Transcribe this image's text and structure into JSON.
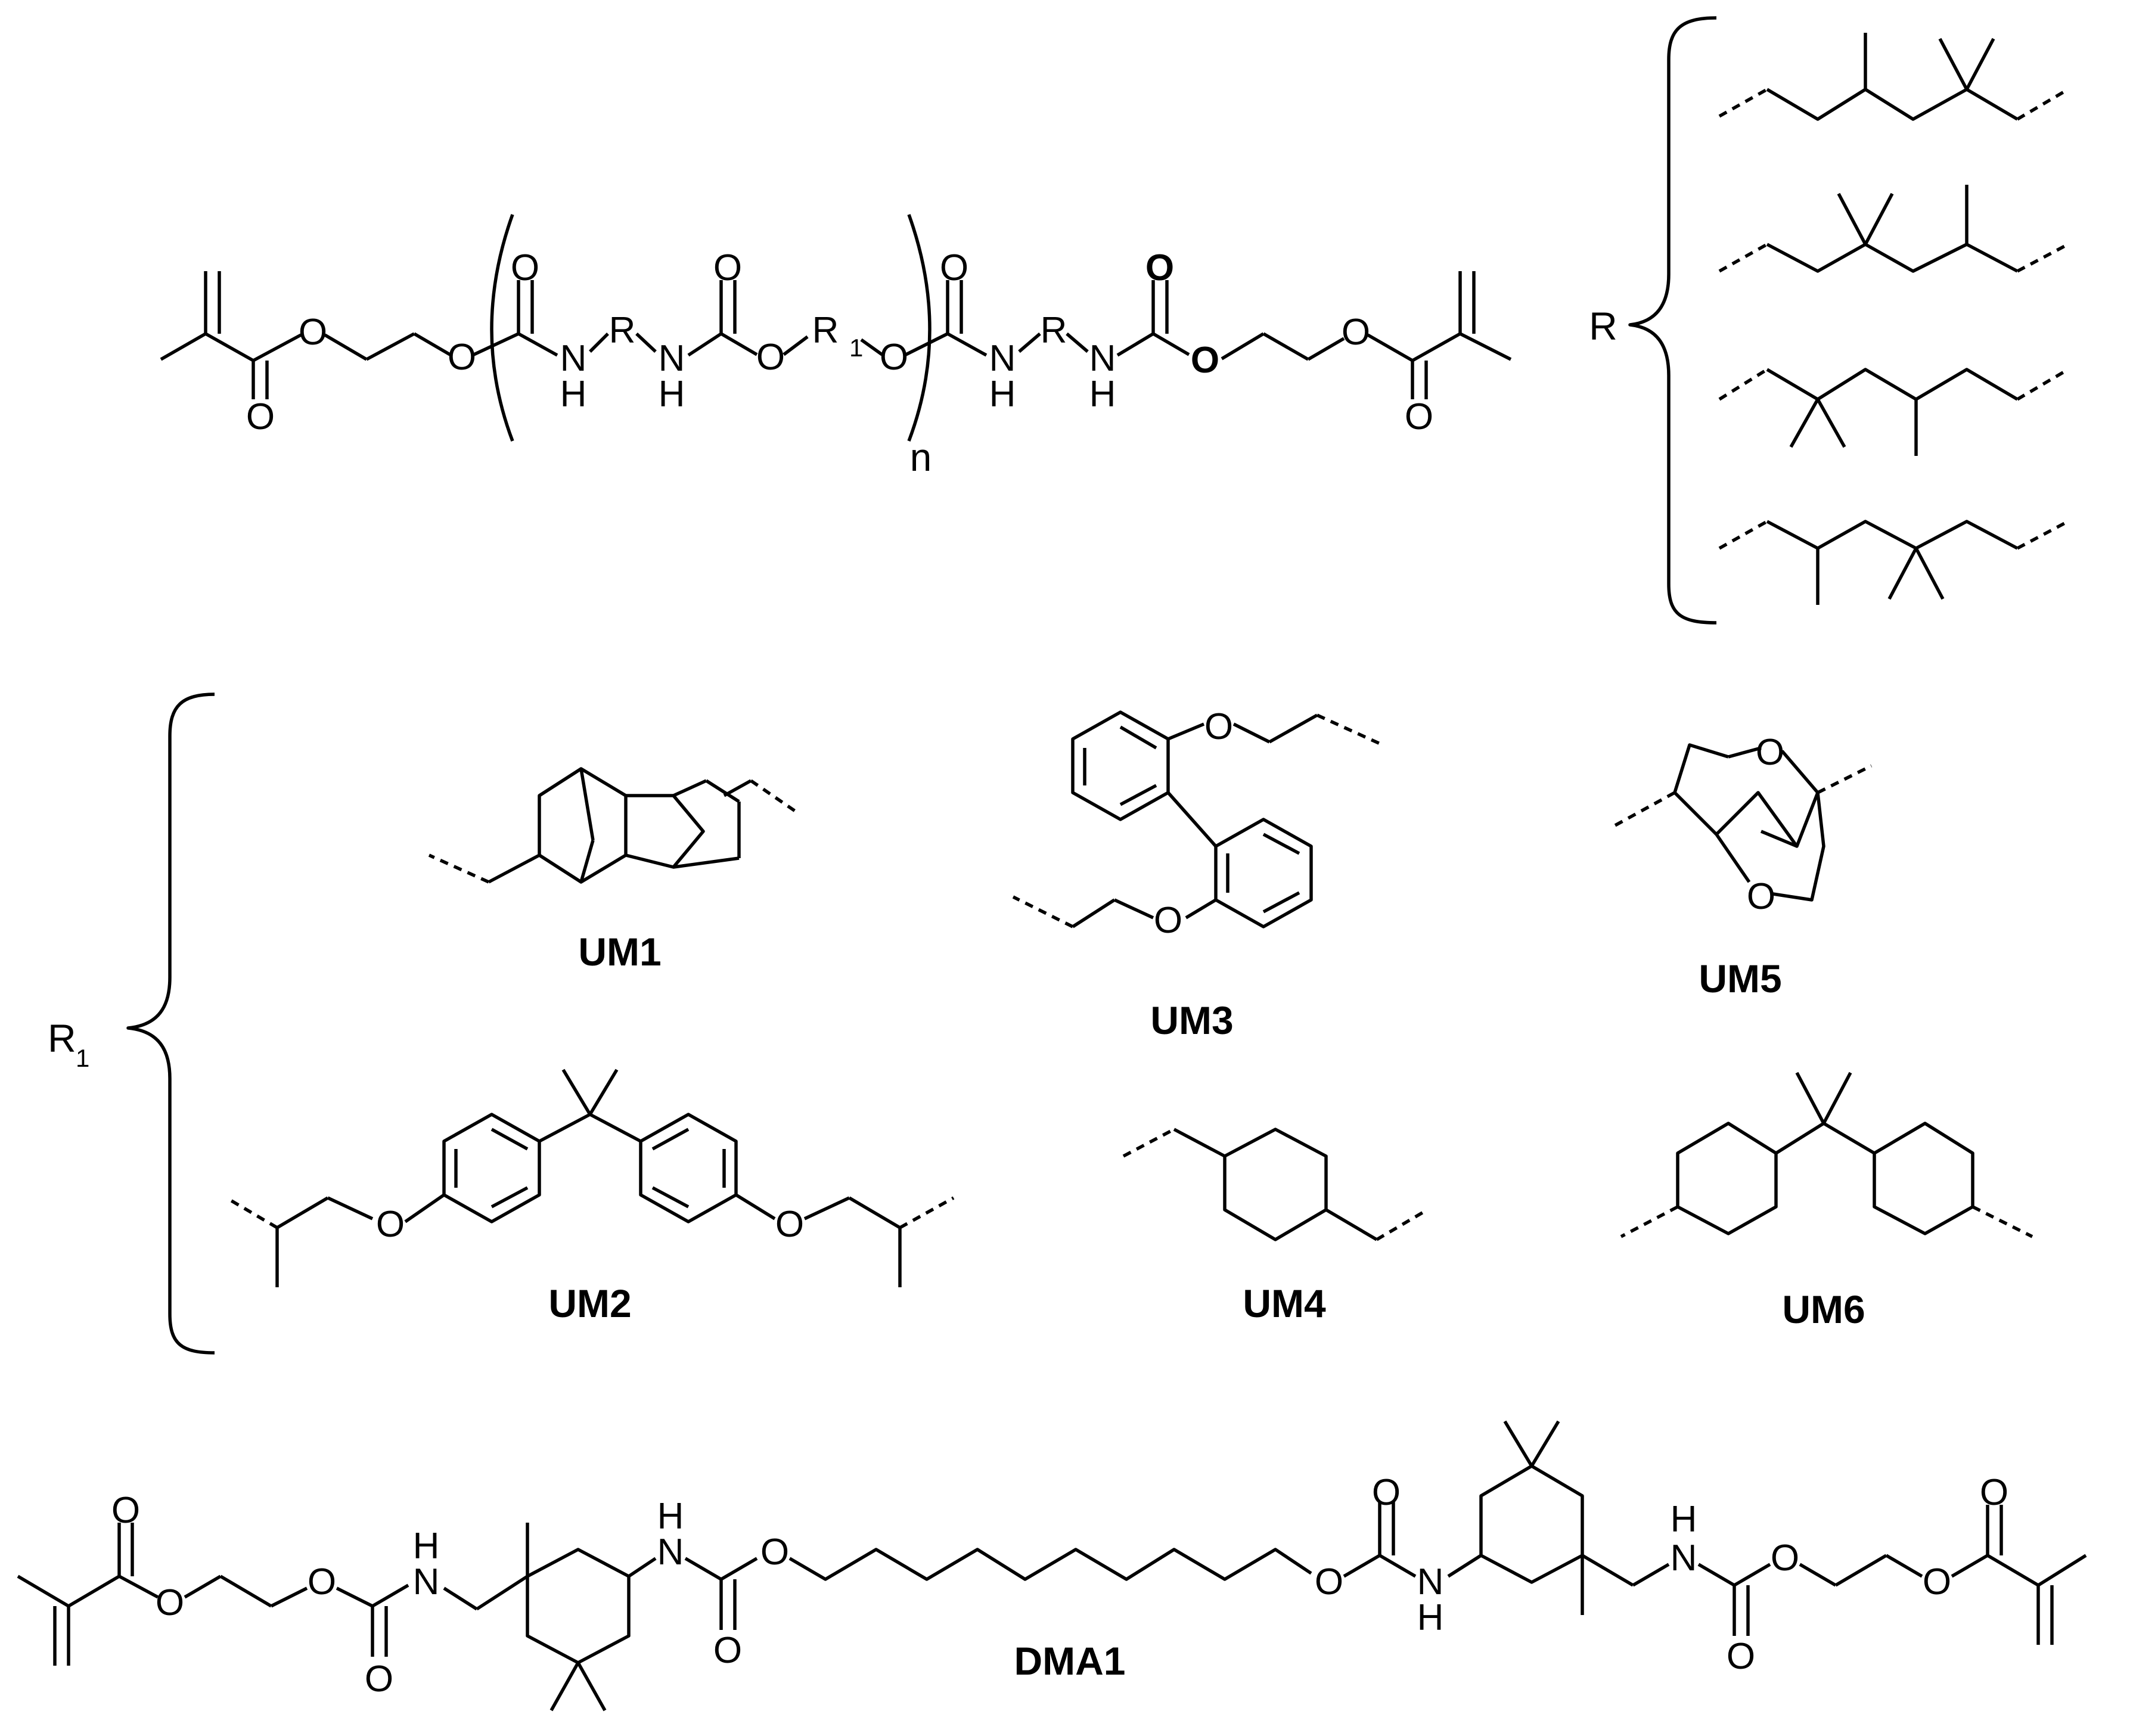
{
  "general_structure": {
    "atoms": {
      "O": "O",
      "N": "N",
      "H": "H",
      "R": "R",
      "R1_base": "R",
      "R1_sub": "1"
    },
    "repeat_index": "n"
  },
  "r_definition": {
    "label": "R"
  },
  "r1_definition": {
    "label_base": "R",
    "label_sub": "1"
  },
  "compounds": [
    {
      "id": "UM1",
      "label": "UM1"
    },
    {
      "id": "UM2",
      "label": "UM2"
    },
    {
      "id": "UM3",
      "label": "UM3"
    },
    {
      "id": "UM4",
      "label": "UM4"
    },
    {
      "id": "UM5",
      "label": "UM5"
    },
    {
      "id": "UM6",
      "label": "UM6"
    },
    {
      "id": "DMA1",
      "label": "DMA1"
    }
  ],
  "dma1_atoms": {
    "O": "O",
    "N": "N",
    "H": "H"
  }
}
